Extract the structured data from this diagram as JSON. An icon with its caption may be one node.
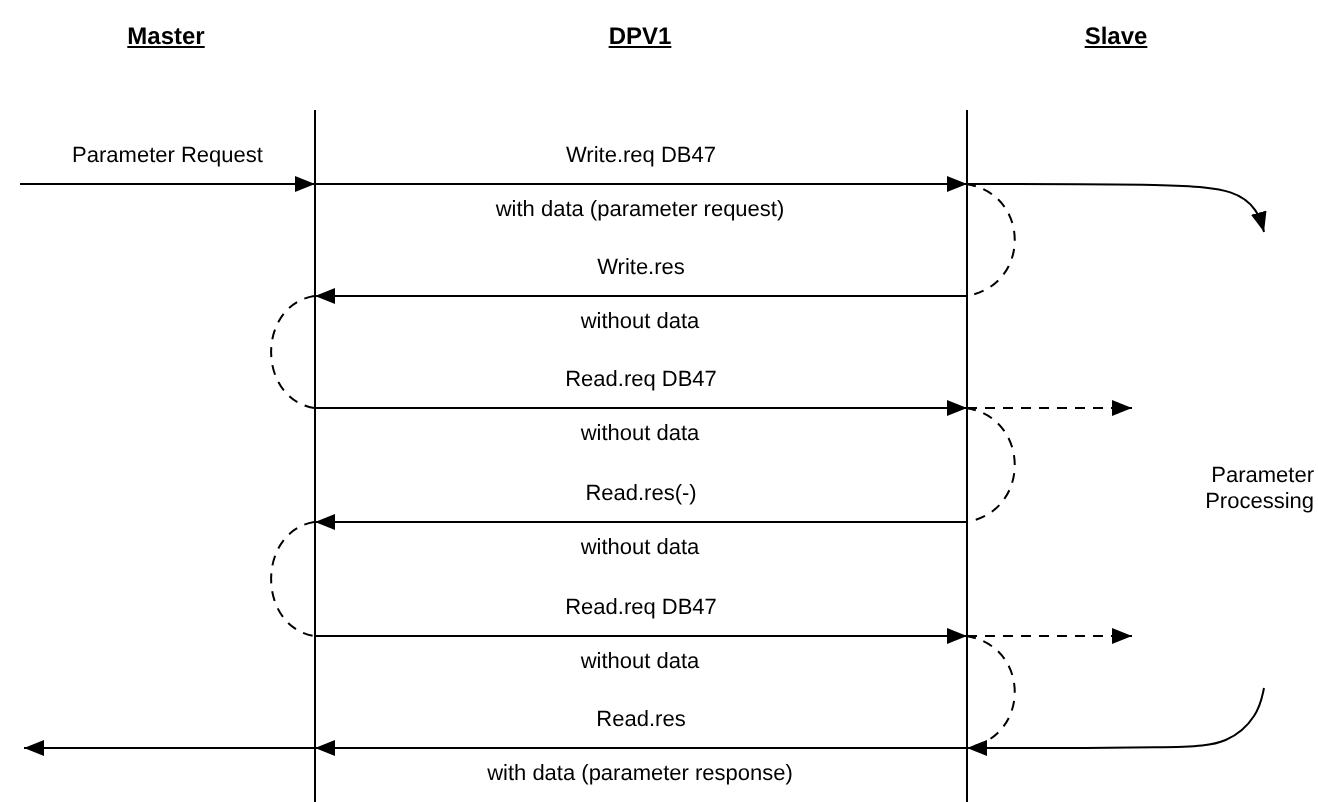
{
  "diagram": {
    "nodes": [
      {
        "text": [],
        "shape": "bar"
      },
      {
        "text": [],
        "shape": "bar"
      }
    ],
    "edges": [
      {
        "from": null,
        "to": 0,
        "arrow": "to",
        "label": "Parameter Request"
      },
      {
        "from": 0,
        "to": 1,
        "arrow": "to",
        "label": "Write.req DB47"
      },
      {
        "from": 1,
        "to": 0,
        "arrow": "to",
        "label": "Write.res"
      },
      {
        "from": 0,
        "to": 1,
        "arrow": "to",
        "label": "Read.req DB47"
      },
      {
        "from": 1,
        "to": 0,
        "arrow": "to",
        "label": "Read.res(-)"
      },
      {
        "from": 0,
        "to": 1,
        "arrow": "to",
        "label": "Read.req DB47"
      },
      {
        "from": 1,
        "to": 0,
        "arrow": "to",
        "label": "Read.res"
      },
      {
        "from": 0,
        "to": null,
        "arrow": "to"
      },
      {
        "from": 1,
        "to": null,
        "arrow": "to",
        "style": "dashed"
      },
      {
        "from": 1,
        "to": null,
        "arrow": "to",
        "style": "dashed"
      },
      {
        "from": 1,
        "to": null,
        "arrow": "to"
      },
      {
        "from": null,
        "to": 1,
        "arrow": "to"
      }
    ],
    "labels": [
      "Master",
      "DPV1",
      "Slave",
      "with data (parameter request)",
      "without data",
      "without data",
      "without data",
      "without data",
      "with data (parameter response)",
      "Parameter Processing"
    ]
  }
}
